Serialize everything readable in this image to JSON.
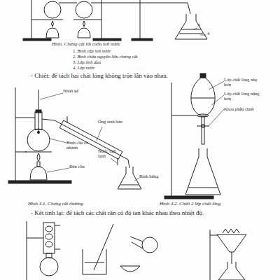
{
  "diagram": {
    "labels": [
      "3",
      "4",
      "Hình. Chưng cất lôi cuốn hơi nước",
      "1. Bình cấp hơi nước",
      "2. Bình chứa nguyên liệu chưng cất",
      "3. Lớp tinh dầu",
      "4. Lớp nước",
      "- Chiết: để tách hai chất lỏng không trộn lẫn vào nhau.",
      "Nhiệt kế",
      "Ống sinh hàn",
      "Bình cầu có nhánh",
      "Nước làm lạnh",
      "Đèn cồn",
      "Bình hứng",
      "Lớp chất lỏng nhẹ hơn",
      "Lớp chất lỏng nặng hơn",
      "Khóa phễu chiết",
      "Hình 4.1. Chưng cất thường",
      "Hình 4.2. Chiết 2 lớp chất lỏng",
      "- Kết tinh lại: để tách các chất rắn có độ tan khác nhau theo nhiệt độ."
    ]
  }
}
